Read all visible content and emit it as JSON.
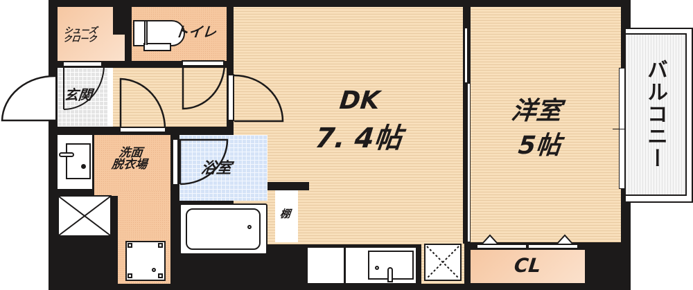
{
  "floor_plan": {
    "layout_type": "1DK",
    "rooms": {
      "shoes_closet": {
        "label_line1": "シューズ",
        "label_line2": "クローク"
      },
      "toilet": {
        "label": "トイレ"
      },
      "entrance": {
        "label": "玄関"
      },
      "washroom": {
        "label_line1": "洗面",
        "label_line2": "脱衣場"
      },
      "bathroom": {
        "label": "浴室"
      },
      "shelf": {
        "label": "棚"
      },
      "dk": {
        "label": "DK",
        "size": "7. 4帖"
      },
      "western_room": {
        "label": "洋室",
        "size": "5帖"
      },
      "closet": {
        "label": "CL"
      },
      "balcony": {
        "label": "バルコニー"
      }
    },
    "colors": {
      "wall": "#1c1a1a",
      "wood_floor": "#f7dcb6",
      "wet_area": "#f6c8a0",
      "bathroom_tile": "#d5e3f7",
      "entrance_tile": "#e4e4e4",
      "balcony": "#f0f0f0"
    }
  }
}
